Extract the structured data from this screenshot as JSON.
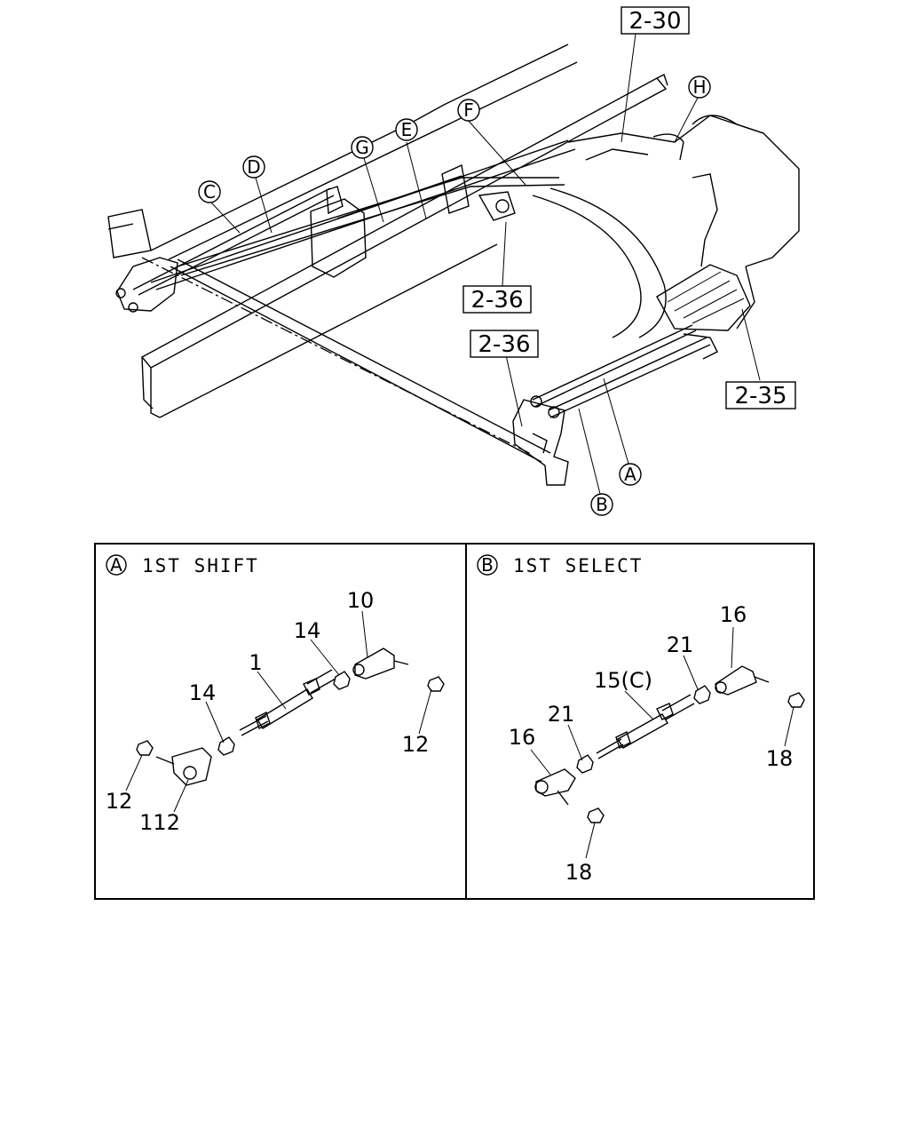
{
  "overview": {
    "callouts": {
      "c": "C",
      "d": "D",
      "g": "G",
      "e": "E",
      "f": "F",
      "h": "H",
      "a": "A",
      "b": "B"
    },
    "references": {
      "ref_230": "2-30",
      "ref_236_top": "2-36",
      "ref_236_bottom": "2-36",
      "ref_235": "2-35"
    }
  },
  "panel_a": {
    "letter": "A",
    "title": "1ST SHIFT",
    "part_labels": {
      "p10": "10",
      "p14_right": "14",
      "p1": "1",
      "p14_left": "14",
      "p12_right": "12",
      "p12_left": "12",
      "p112": "112"
    }
  },
  "panel_b": {
    "letter": "B",
    "title": "1ST SELECT",
    "part_labels": {
      "p16_right": "16",
      "p21_right": "21",
      "p15c": "15(C)",
      "p21_left": "21",
      "p16_left": "16",
      "p18_right": "18",
      "p18_bottom": "18"
    }
  }
}
